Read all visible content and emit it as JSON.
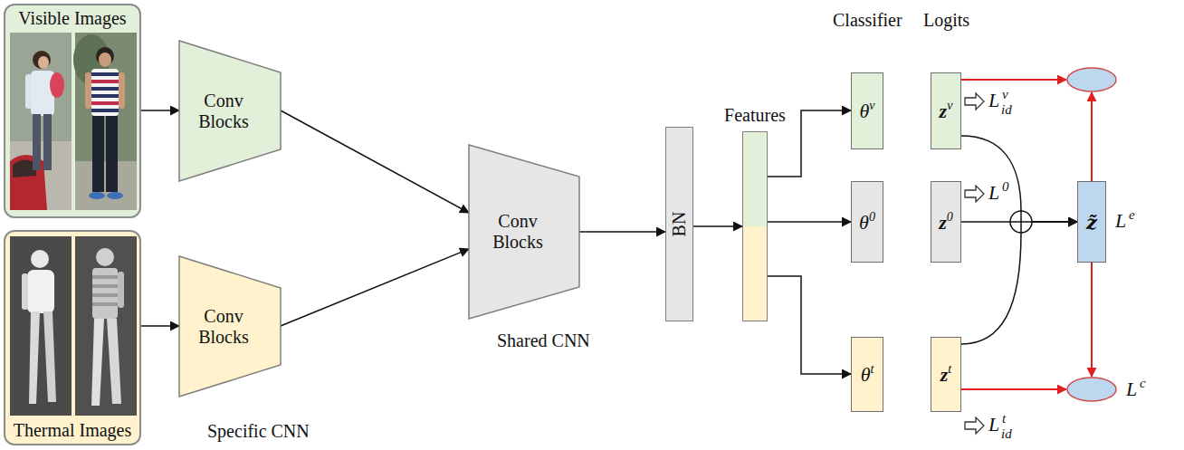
{
  "diagram": {
    "nodes": [
      {
        "text": [
          "Visible Images"
        ]
      },
      {
        "text": [
          "Thermal Images"
        ]
      },
      {
        "text": [
          "Conv Blocks"
        ]
      },
      {
        "text": [
          "Conv Blocks"
        ]
      },
      {
        "text": [
          "Conv Blocks"
        ]
      },
      {
        "text": [
          "BN"
        ]
      },
      {
        "text": [
          "Features"
        ]
      },
      {
        "text": [
          "θ",
          "v"
        ]
      },
      {
        "text": [
          "θ",
          "0"
        ]
      },
      {
        "text": [
          "θ",
          "t"
        ]
      },
      {
        "text": [
          "z",
          "v"
        ]
      },
      {
        "text": [
          "z",
          "0"
        ]
      },
      {
        "text": [
          "z",
          "t"
        ]
      },
      {
        "text": [
          "z̃"
        ]
      }
    ],
    "edges": [
      {
        "from": 0,
        "to": 2,
        "arrow": "to"
      },
      {
        "from": 1,
        "to": 3,
        "arrow": "to"
      },
      {
        "from": 2,
        "to": 4,
        "arrow": "to"
      },
      {
        "from": 3,
        "to": 4,
        "arrow": "to"
      },
      {
        "from": 4,
        "to": 5,
        "arrow": "to"
      },
      {
        "from": 5,
        "to": 6,
        "arrow": "to"
      },
      {
        "from": 6,
        "to": 7,
        "arrow": "to"
      },
      {
        "from": 6,
        "to": 8,
        "arrow": "to"
      },
      {
        "from": 6,
        "to": 9,
        "arrow": "to"
      },
      {
        "from": 10,
        "to": 13,
        "arrow": "to"
      },
      {
        "from": 11,
        "to": 13,
        "arrow": "to"
      },
      {
        "from": 12,
        "to": 13,
        "arrow": "to"
      }
    ],
    "labels": [
      "Classifier",
      "Logits",
      "Specific CNN",
      "Shared CNN",
      "L",
      "v",
      "id",
      "L",
      "0",
      "L",
      "t",
      "id",
      "L",
      "e",
      "L",
      "c"
    ]
  }
}
